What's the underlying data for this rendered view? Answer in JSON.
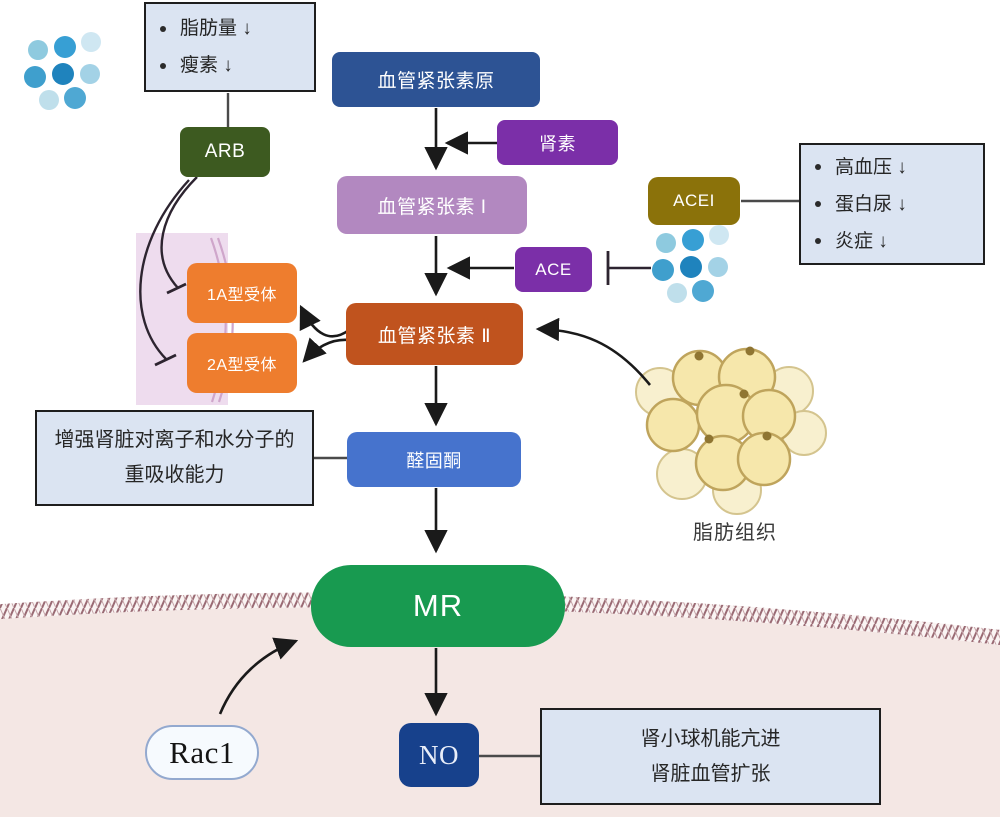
{
  "nodes": {
    "angiotensinogen": {
      "label": "血管紧张素原",
      "color": "#2d5394"
    },
    "renin": {
      "label": "肾素",
      "color": "#7b2fa8"
    },
    "angiotensin1": {
      "label": "血管紧张素 I",
      "color": "#b288c0"
    },
    "ace": {
      "label": "ACE",
      "color": "#7b2fa8"
    },
    "acei": {
      "label": "ACEI",
      "color": "#8b720a"
    },
    "angiotensin2": {
      "label": "血管紧张素 Ⅱ",
      "color": "#c0531e"
    },
    "receptor1a": {
      "label": "1A型受体",
      "color": "#ee7d2e"
    },
    "receptor2a": {
      "label": "2A型受体",
      "color": "#ee7d2e"
    },
    "arb": {
      "label": "ARB",
      "color": "#3d5a20"
    },
    "aldosterone": {
      "label": "醛固酮",
      "color": "#4673cd"
    },
    "mr": {
      "label": "MR",
      "color": "#189a50"
    },
    "no": {
      "label": "NO",
      "color": "#17418c"
    },
    "rac1": {
      "label": "Rac1",
      "color": "#f6fafe"
    }
  },
  "callouts": {
    "arb_effects": {
      "items": [
        "脂肪量 ↓",
        "瘦素 ↓"
      ]
    },
    "acei_effects": {
      "items": [
        "高血压 ↓",
        "蛋白尿 ↓",
        "炎症 ↓"
      ]
    },
    "aldosterone_effects": {
      "line1": "增强肾脏对离子和水分子的",
      "line2": "重吸收能力"
    },
    "no_effects": {
      "line1": "肾小球机能亢进",
      "line2": "肾脏血管扩张"
    }
  },
  "labels": {
    "adipose_tissue": "脂肪组织"
  },
  "icons": {
    "drug_molecules": "blue-dot-cluster",
    "adipose_tissue": "fat-cell-cluster",
    "cell_membrane": "phospholipid-bilayer-band"
  },
  "colors": {
    "callout_fill": "#dbe4f2",
    "callout_border": "#1e1e1e",
    "membrane_fill": "#f4e7e4",
    "membrane_hatch": "#9a6b74",
    "receptor_patch": "#eedcee",
    "arrow": "#1a1a1a"
  }
}
